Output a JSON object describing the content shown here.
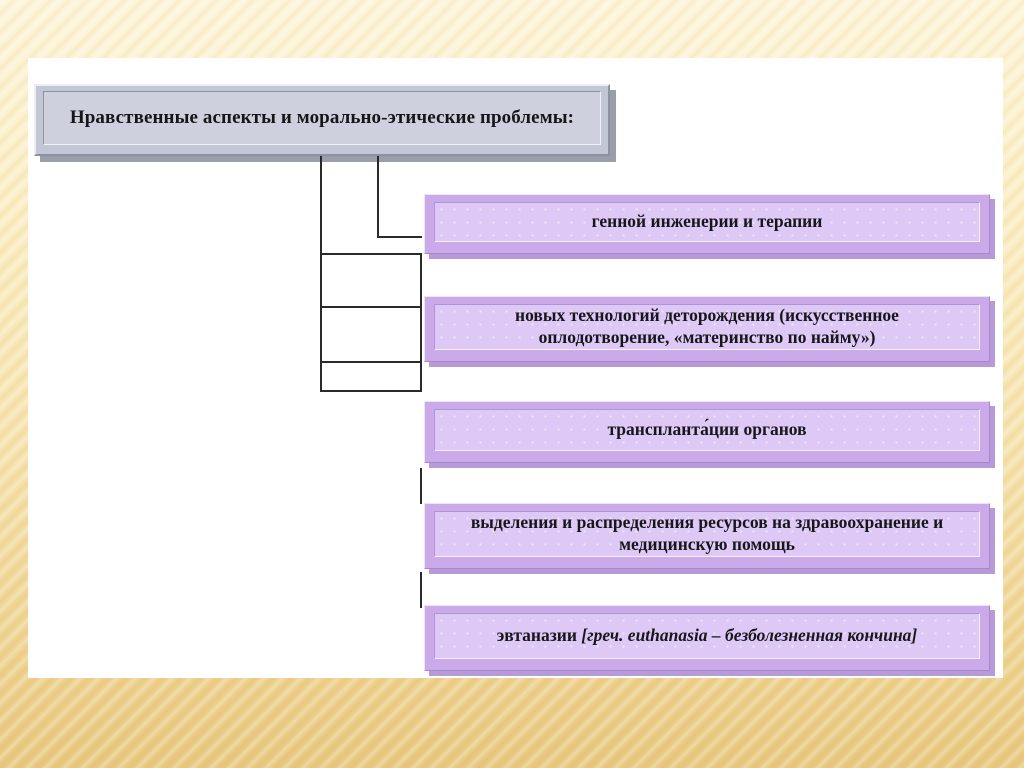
{
  "slide": {
    "title_box": {
      "text": "Нравственные аспекты и морально-этические проблемы:"
    },
    "items": [
      {
        "text": "генной инженерии и терапии"
      },
      {
        "text": "новых технологий деторождения (искусственное оплодотворение, «материнство по найму»)"
      },
      {
        "text": "транспланта́ции органов"
      },
      {
        "text": "выделения и распределения ресурсов на здравоохранение и медицинскую помощь"
      },
      {
        "text_plain": "эвтаназии ",
        "text_italic": "[греч. euthanasia – безболезненная кончина]"
      }
    ],
    "colors": {
      "background_top": "#fdf4d8",
      "background_bottom": "#e8c87f",
      "canvas": "#ffffff",
      "title_box_fill": "#ced1dd",
      "title_box_border": "#c3c6d4",
      "item_box_outer": "#cbaaea",
      "item_box_inner": "#ddc8f6",
      "connector_line": "#2a2a2a",
      "text": "#17171b"
    }
  }
}
